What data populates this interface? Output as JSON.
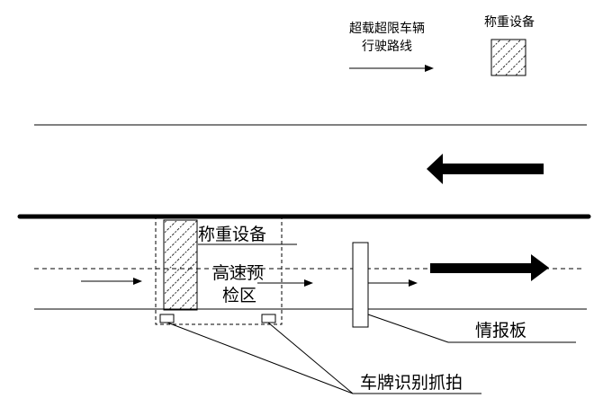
{
  "legend": {
    "route_label_line1": "超载超限车辆",
    "route_label_line2": "行驶路线",
    "device_label": "称重设备"
  },
  "labels": {
    "weigh_device": "称重设备",
    "precheck_line1": "高速预",
    "precheck_line2": "检区",
    "info_board": "情报板",
    "plate_capture": "车牌识别抓拍"
  },
  "colors": {
    "line": "#000000",
    "background": "#ffffff"
  }
}
